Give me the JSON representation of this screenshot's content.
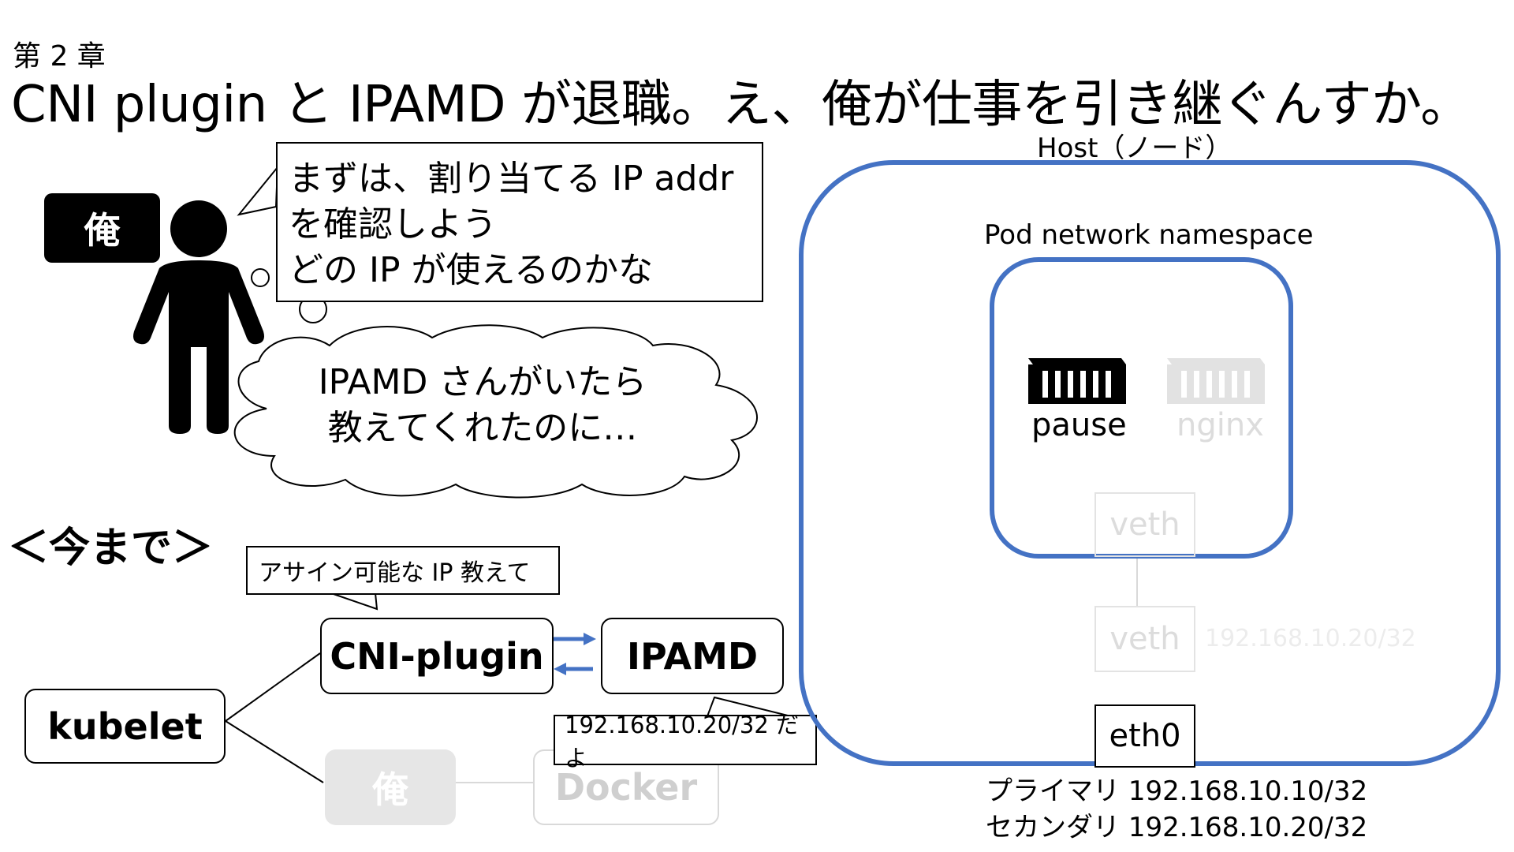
{
  "header": {
    "chapter": "第 2 章",
    "title": "CNI plugin と IPAMD が退職。え、俺が仕事を引き継ぐんすか。"
  },
  "person": {
    "tag": "俺",
    "thought_lines": [
      "まずは、割り当てる IP addr",
      "を確認しよう",
      "どの IP が使えるのかな"
    ],
    "cloud_lines": [
      "IPAMD さんがいたら",
      "教えてくれたのに…"
    ]
  },
  "previous": {
    "heading": "＜今まで＞",
    "request_callout": "アサイン可能な IP 教えて",
    "response_callout": "192.168.10.20/32 だよ",
    "nodes": {
      "kubelet": "kubelet",
      "cni_plugin": "CNI-plugin",
      "ipamd": "IPAMD",
      "ore": "俺",
      "docker": "Docker"
    }
  },
  "host": {
    "label": "Host（ノード）",
    "pod_ns_label": "Pod network namespace",
    "containers": [
      "pause",
      "nginx"
    ],
    "veth_pod": "veth",
    "veth_host": "veth",
    "veth_host_note": "192.168.10.20/32",
    "eth0": "eth0",
    "ip_lines": [
      {
        "kind": "プライマリ",
        "ip": "192.168.10.10/32"
      },
      {
        "kind": "セカンダリ",
        "ip": "192.168.10.20/32"
      }
    ]
  },
  "colors": {
    "accent_blue": "#4472c4",
    "faded_gray": "#d9d9d9",
    "text_black": "#000000"
  },
  "icons": [
    "person-icon",
    "container-icon"
  ]
}
